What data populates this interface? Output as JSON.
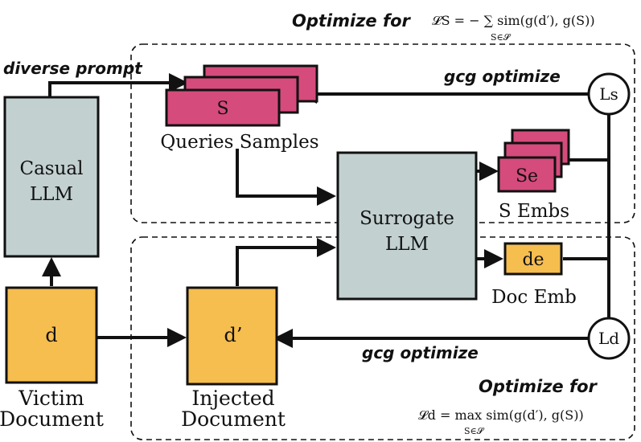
{
  "colors": {
    "orange": "#f6bd4f",
    "pink": "#d54b7c",
    "gray": "#c2d0d0",
    "line": "#111111"
  },
  "labels": {
    "optimize_for_top": "Optimize for",
    "loss_s_formula": "𝓛S = − ∑ sim(g(d′), g(S))",
    "loss_s_sub": "S∈𝓢",
    "diverse_prompt": "diverse prompt",
    "gcg_optimize_top": "gcg optimize",
    "s_box": "S",
    "queries_samples": "Queries Samples",
    "casual_llm_line1": "Casual",
    "casual_llm_line2": "LLM",
    "surrogate_line1": "Surrogate",
    "surrogate_line2": "LLM",
    "se_box": "Se",
    "s_embs": "S Embs",
    "de_box": "de",
    "doc_emb": "Doc Emb",
    "d_box": "d",
    "d_prime_box": "d’",
    "ls_node": "Ls",
    "ld_node": "Ld",
    "gcg_optimize_bottom": "gcg optimize",
    "victim_line1": "Victim",
    "victim_line2": "Document",
    "injected_line1": "Injected",
    "injected_line2": "Document",
    "optimize_for_bottom": "Optimize for",
    "loss_d_formula": "𝓛d = max sim(g(d′), g(S))",
    "loss_d_sub": "S∈𝓢"
  }
}
